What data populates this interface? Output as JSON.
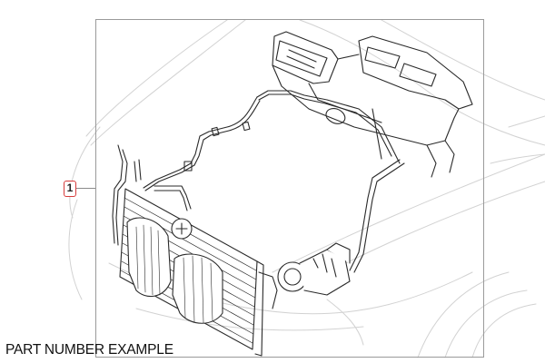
{
  "diagram": {
    "title": "PART NUMBER EXAMPLE",
    "subject": "Air conditioning refrigerant lines assembly with condenser, compressor and heater/evaporator housing on vehicle front-end outline",
    "callouts": [
      {
        "number": "1",
        "target": "refrigerant-lines-assembly"
      }
    ],
    "components": [
      {
        "name": "condenser",
        "label": ""
      },
      {
        "name": "kidney-grille",
        "label": ""
      },
      {
        "name": "compressor",
        "label": ""
      },
      {
        "name": "heater-evaporator-housing",
        "label": ""
      },
      {
        "name": "refrigerant-lines",
        "label": ""
      },
      {
        "name": "vehicle-body-outline",
        "label": ""
      }
    ],
    "colors": {
      "frame": "#9a9a9a",
      "callout_border": "#d63b3b",
      "line_art": "#2a2a2a",
      "ghost_outline": "#cfcfcf"
    }
  }
}
